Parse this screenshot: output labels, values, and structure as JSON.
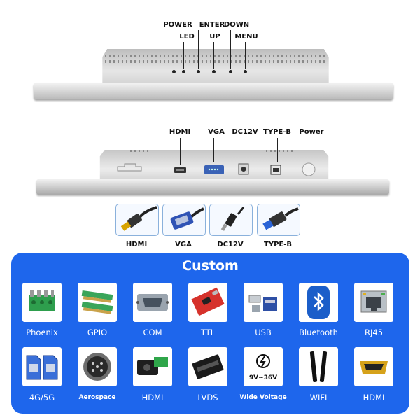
{
  "top_view": {
    "labels_upper": [
      "POWER",
      "ENTER",
      "DOWN"
    ],
    "labels_lower": [
      "LED",
      "UP",
      "MENU"
    ]
  },
  "rear_view": {
    "ports": [
      "HDMI",
      "VGA",
      "DC12V",
      "TYPE-B",
      "Power"
    ]
  },
  "connectors": [
    "HDMI",
    "VGA",
    "DC12V",
    "TYPE-B"
  ],
  "custom": {
    "title": "Custom",
    "row1": [
      "Phoenix",
      "GPIO",
      "COM",
      "TTL",
      "USB",
      "Bluetooth",
      "RJ45"
    ],
    "row2": [
      "4G/5G",
      "Aerospace",
      "HDMI",
      "LVDS",
      "Wide Voltage",
      "WIFI",
      "HDMI"
    ],
    "voltage_text": "9V~36V"
  },
  "colors": {
    "accent": "#1e66ec",
    "connector_border": "#8ab1dc"
  }
}
